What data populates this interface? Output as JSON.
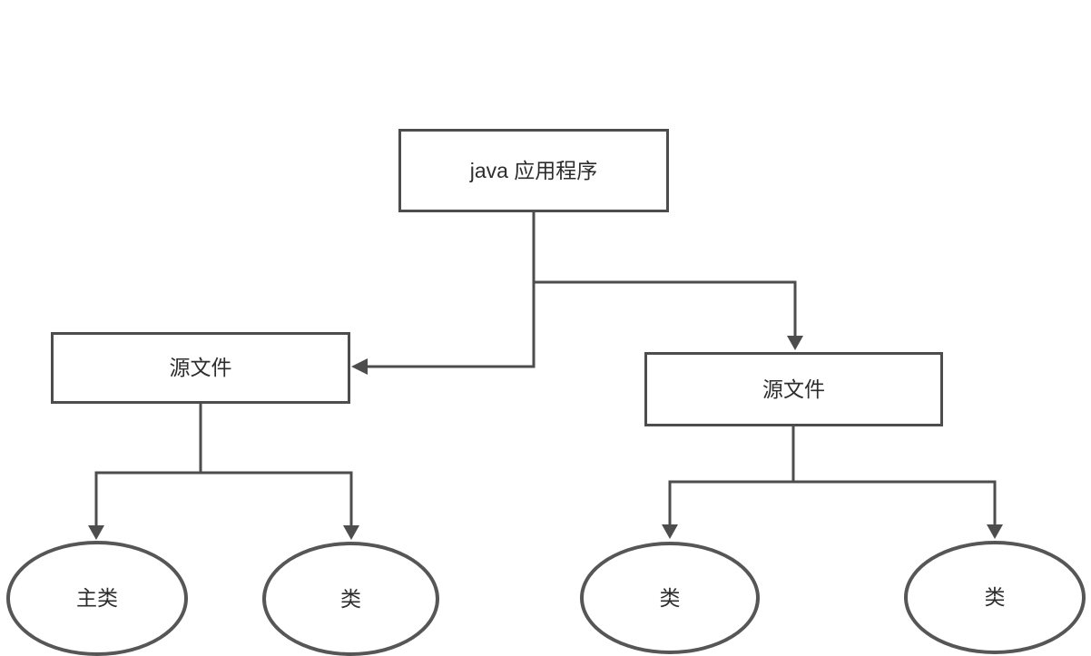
{
  "diagram": {
    "type": "flowchart",
    "background_color": "#ffffff",
    "stroke_color": "#4d4d4d",
    "text_color": "#2d2d2d",
    "nodes": {
      "app": {
        "label": "java 应用程序",
        "shape": "rectangle"
      },
      "src_left": {
        "label": "源文件",
        "shape": "rectangle"
      },
      "src_right": {
        "label": "源文件",
        "shape": "rectangle"
      },
      "main_class": {
        "label": "主类",
        "shape": "ellipse"
      },
      "class_a": {
        "label": "类",
        "shape": "ellipse"
      },
      "class_b": {
        "label": "类",
        "shape": "ellipse"
      },
      "class_c": {
        "label": "类",
        "shape": "ellipse"
      }
    },
    "edges": [
      {
        "from": "app",
        "to": "src_left",
        "arrow_at": "target"
      },
      {
        "from": "app",
        "to": "src_right",
        "arrow_at": "target"
      },
      {
        "from": "src_left",
        "to": "main_class",
        "arrow_at": "target"
      },
      {
        "from": "src_left",
        "to": "class_a",
        "arrow_at": "target"
      },
      {
        "from": "src_right",
        "to": "class_b",
        "arrow_at": "target"
      },
      {
        "from": "src_right",
        "to": "class_c",
        "arrow_at": "target"
      }
    ]
  }
}
